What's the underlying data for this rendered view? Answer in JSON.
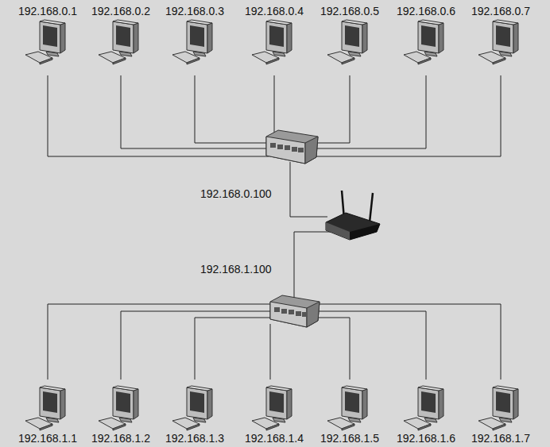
{
  "diagram": {
    "nodes": [
      {
        "text": [
          "192.168.0.1"
        ]
      },
      {
        "text": [
          "192.168.0.2"
        ]
      },
      {
        "text": [
          "192.168.0.3"
        ]
      },
      {
        "text": [
          "192.168.0.4"
        ]
      },
      {
        "text": [
          "192.168.0.5"
        ]
      },
      {
        "text": [
          "192.168.0.6"
        ]
      },
      {
        "text": [
          "192.168.0.7"
        ]
      },
      {
        "text": [
          "192.168.1.1"
        ]
      },
      {
        "text": [
          "192.168.1.2"
        ]
      },
      {
        "text": [
          "192.168.1.3"
        ]
      },
      {
        "text": [
          "192.168.1.4"
        ]
      },
      {
        "text": [
          "192.168.1.5"
        ]
      },
      {
        "text": [
          "192.168.1.6"
        ]
      },
      {
        "text": [
          "192.168.1.7"
        ]
      }
    ],
    "labels": [
      "192.168.0.100",
      "192.168.1.100"
    ]
  }
}
